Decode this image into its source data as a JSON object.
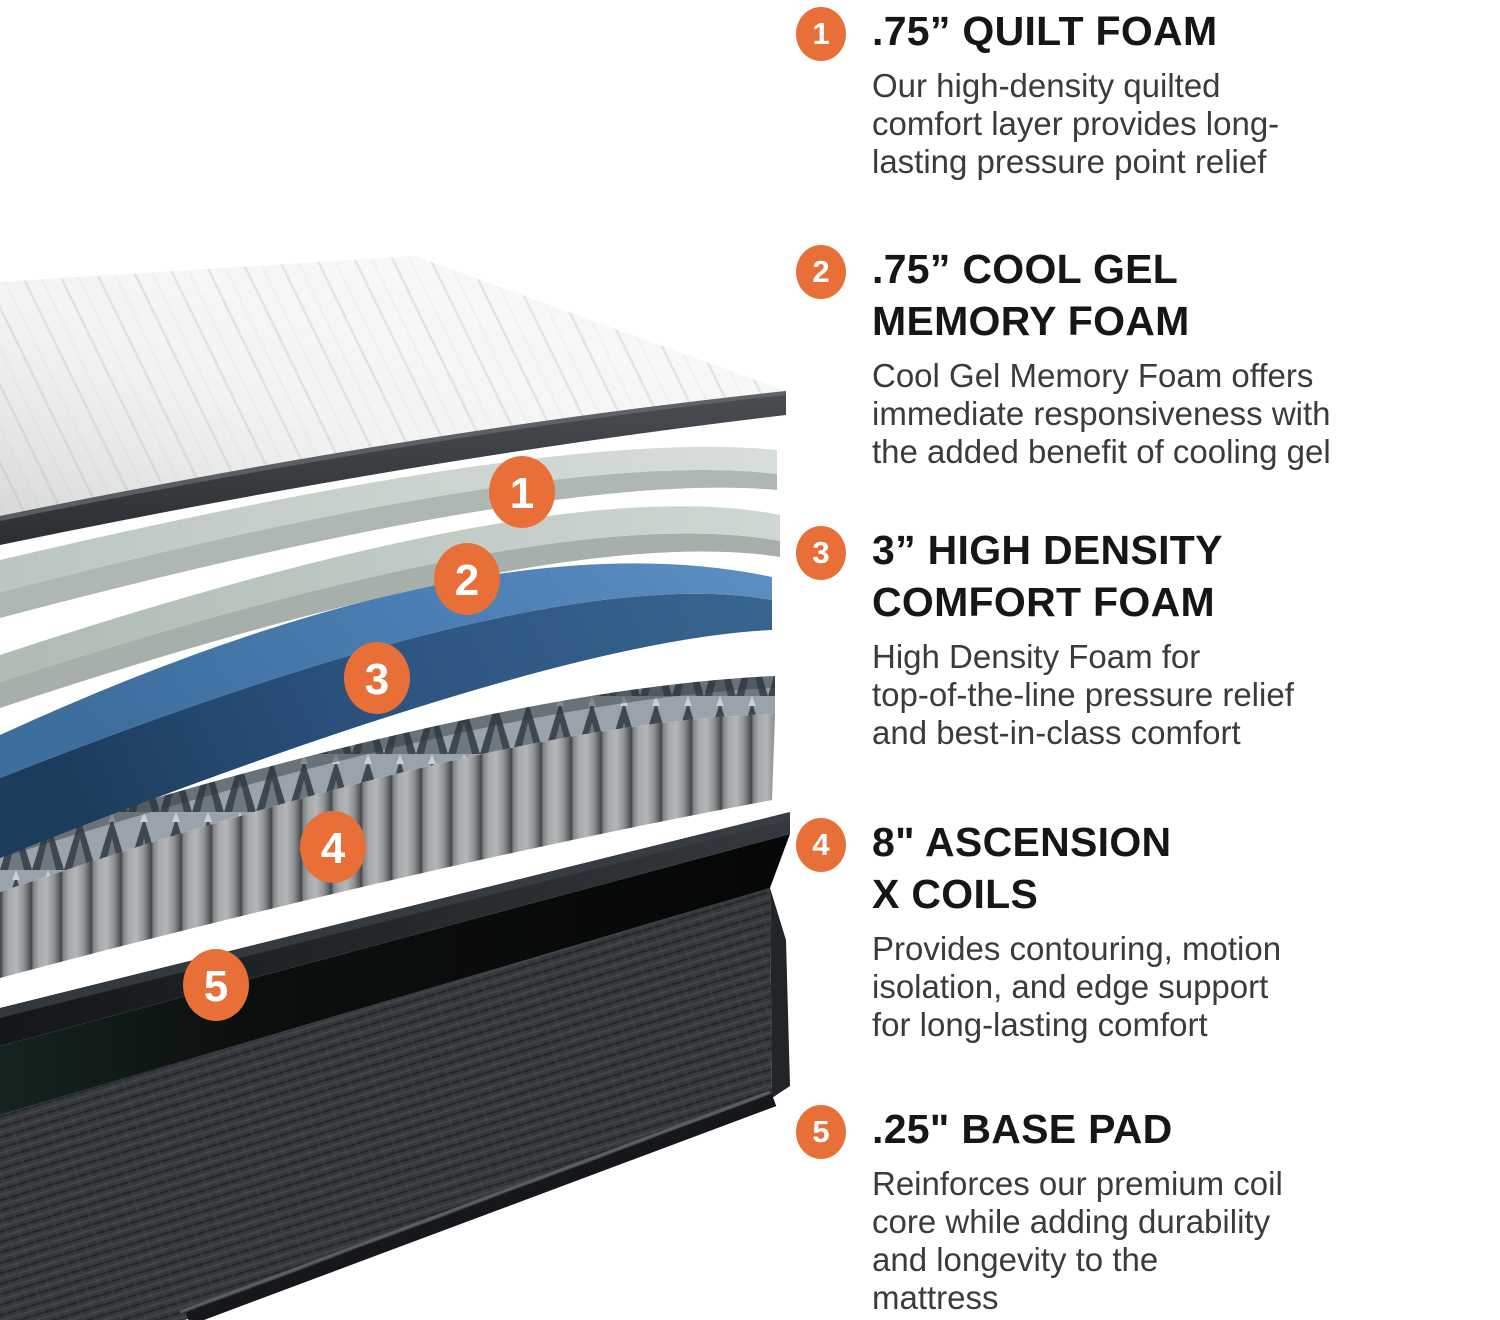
{
  "page": {
    "background": "#ffffff"
  },
  "accent_color": "#E96F38",
  "diagram": {
    "type": "mattress-exploded-view",
    "layers": [
      {
        "name": "quilted-top-cover",
        "top_color": "#f8f8f8",
        "edge_color": "#3c4044"
      },
      {
        "name": "quilt-foam-layer",
        "top_color": "#d0d8d3",
        "edge_color": "#aeb7b1"
      },
      {
        "name": "cool-gel-memory-foam-layer",
        "top_color": "#c6cec9",
        "edge_color": "#a6afa9"
      },
      {
        "name": "high-density-comfort-foam-layer",
        "top_color": "#4a7db3",
        "edge_color": "#2c5480"
      },
      {
        "name": "ascension-x-coils-layer",
        "top_color": "#9aa3ab",
        "edge_color": "#8b8e90"
      },
      {
        "name": "base-pad-layer",
        "top_color": "#2d3236",
        "edge_color": "#16191c"
      },
      {
        "name": "base-box",
        "top_color": "#34373b",
        "edge_color": "#15171a"
      }
    ],
    "markers": [
      {
        "number": "1"
      },
      {
        "number": "2"
      },
      {
        "number": "3"
      },
      {
        "number": "4"
      },
      {
        "number": "5"
      }
    ]
  },
  "sections": [
    {
      "number": "1",
      "title": ".75” QUILT FOAM",
      "body": "Our high-density quilted\ncomfort layer provides long-\nlasting pressure point relief"
    },
    {
      "number": "2",
      "title": ".75” COOL GEL\nMEMORY FOAM",
      "body": "Cool Gel Memory Foam offers\nimmediate responsiveness with\nthe added benefit of cooling gel"
    },
    {
      "number": "3",
      "title": "3” HIGH DENSITY\nCOMFORT FOAM",
      "body": "High Density Foam for\ntop-of-the-line pressure relief\nand best-in-class comfort"
    },
    {
      "number": "4",
      "title": "8\" ASCENSION\nX COILS",
      "body": "Provides contouring, motion\nisolation, and edge support\nfor long-lasting comfort"
    },
    {
      "number": "5",
      "title": ".25\" BASE PAD",
      "body": "Reinforces our premium coil\ncore while adding durability\nand longevity to the\nmattress"
    }
  ]
}
